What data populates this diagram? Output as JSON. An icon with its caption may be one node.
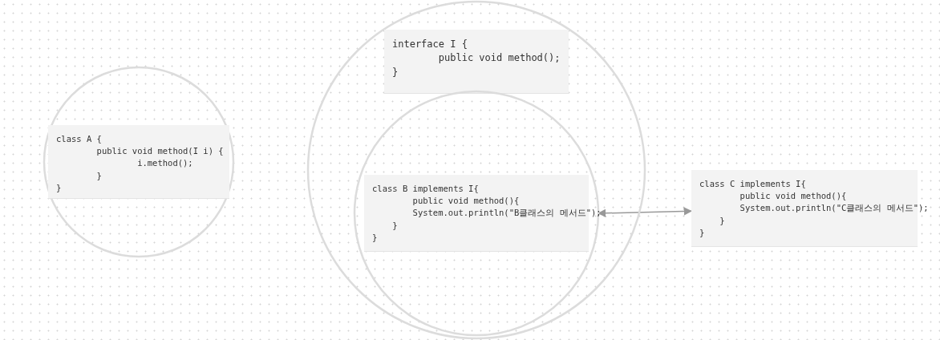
{
  "diagram": {
    "nodes": [
      {
        "text": [],
        "shape": "circle"
      },
      {
        "text": [
          "class A {",
          "        public void method(I i) {",
          "                i.method();",
          "        }",
          "}"
        ],
        "in": 0
      },
      {
        "text": [],
        "shape": "circle"
      },
      {
        "text": [
          "interface I {",
          "        public void method();",
          "}"
        ],
        "in": 2
      },
      {
        "text": [],
        "shape": "circle",
        "in": 2
      },
      {
        "text": [
          "class B implements I{",
          "        public void method(){",
          "        System.out.println(\"B클래스의 메서드\");",
          "    }",
          "}"
        ],
        "in": 4
      },
      {
        "text": [
          "class C implements I{",
          "        public void method(){",
          "        System.out.println(\"C클래스의 메서드\");",
          "    }",
          "}"
        ]
      }
    ],
    "edges": [
      {
        "from": 4,
        "to": 6,
        "arrow": "both",
        "color": "#999999"
      }
    ]
  }
}
